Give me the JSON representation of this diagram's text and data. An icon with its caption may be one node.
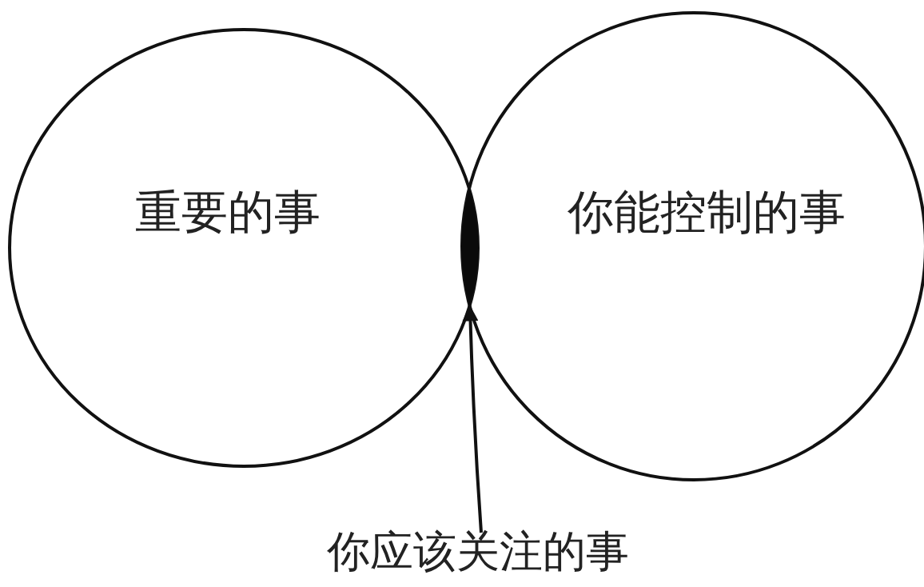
{
  "diagram": {
    "nodes": [
      {
        "text": [
          "重要的事"
        ]
      },
      {
        "text": [
          "你能控制的事"
        ]
      },
      {
        "text": [],
        "shape": "lens"
      },
      {
        "text": [
          "你应该关注的事"
        ]
      }
    ],
    "edges": [
      {
        "from": 3,
        "to": 2,
        "arrow": "to"
      }
    ]
  }
}
